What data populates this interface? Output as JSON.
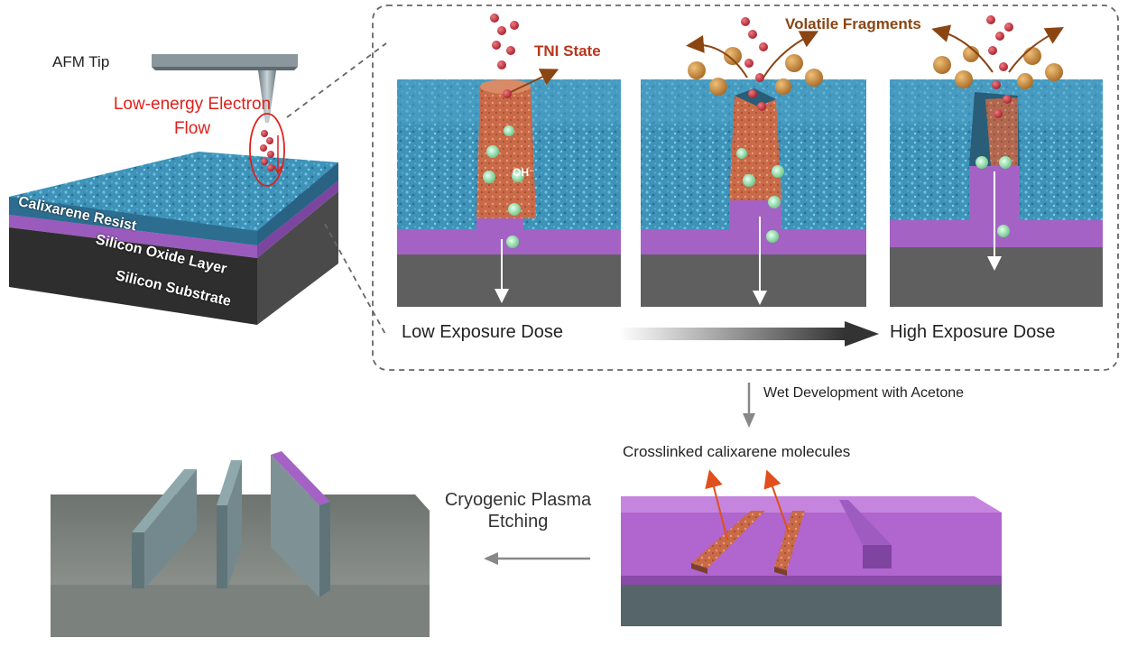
{
  "labels": {
    "afm_tip": "AFM Tip",
    "electron_flow": "Low-energy Electron Flow",
    "calixarene_resist": "Calixarene Resist",
    "silicon_oxide_layer": "Silicon Oxide Layer",
    "silicon_substrate": "Silicon Substrate",
    "tni_state": "TNI State",
    "volatile_fragments": "Volatile Fragments",
    "oh_label": "OH⁻",
    "low_exposure_dose": "Low Exposure Dose",
    "high_exposure_dose": "High Exposure Dose",
    "wet_development": "Wet Development with Acetone",
    "crosslinked_molecules": "Crosslinked calixarene molecules",
    "cryogenic_etching": "Cryogenic Plasma Etching"
  },
  "colors": {
    "resist_blue": "#3b8fb5",
    "oxide_purple": "#a463c4",
    "substrate_gray": "#5d5d5d",
    "exposed_copper": "#c97050",
    "electron_red": "#c0303a",
    "fragment_orange": "#c98a3e",
    "label_red": "#e0201c",
    "arrow_brown": "#8b4513"
  }
}
